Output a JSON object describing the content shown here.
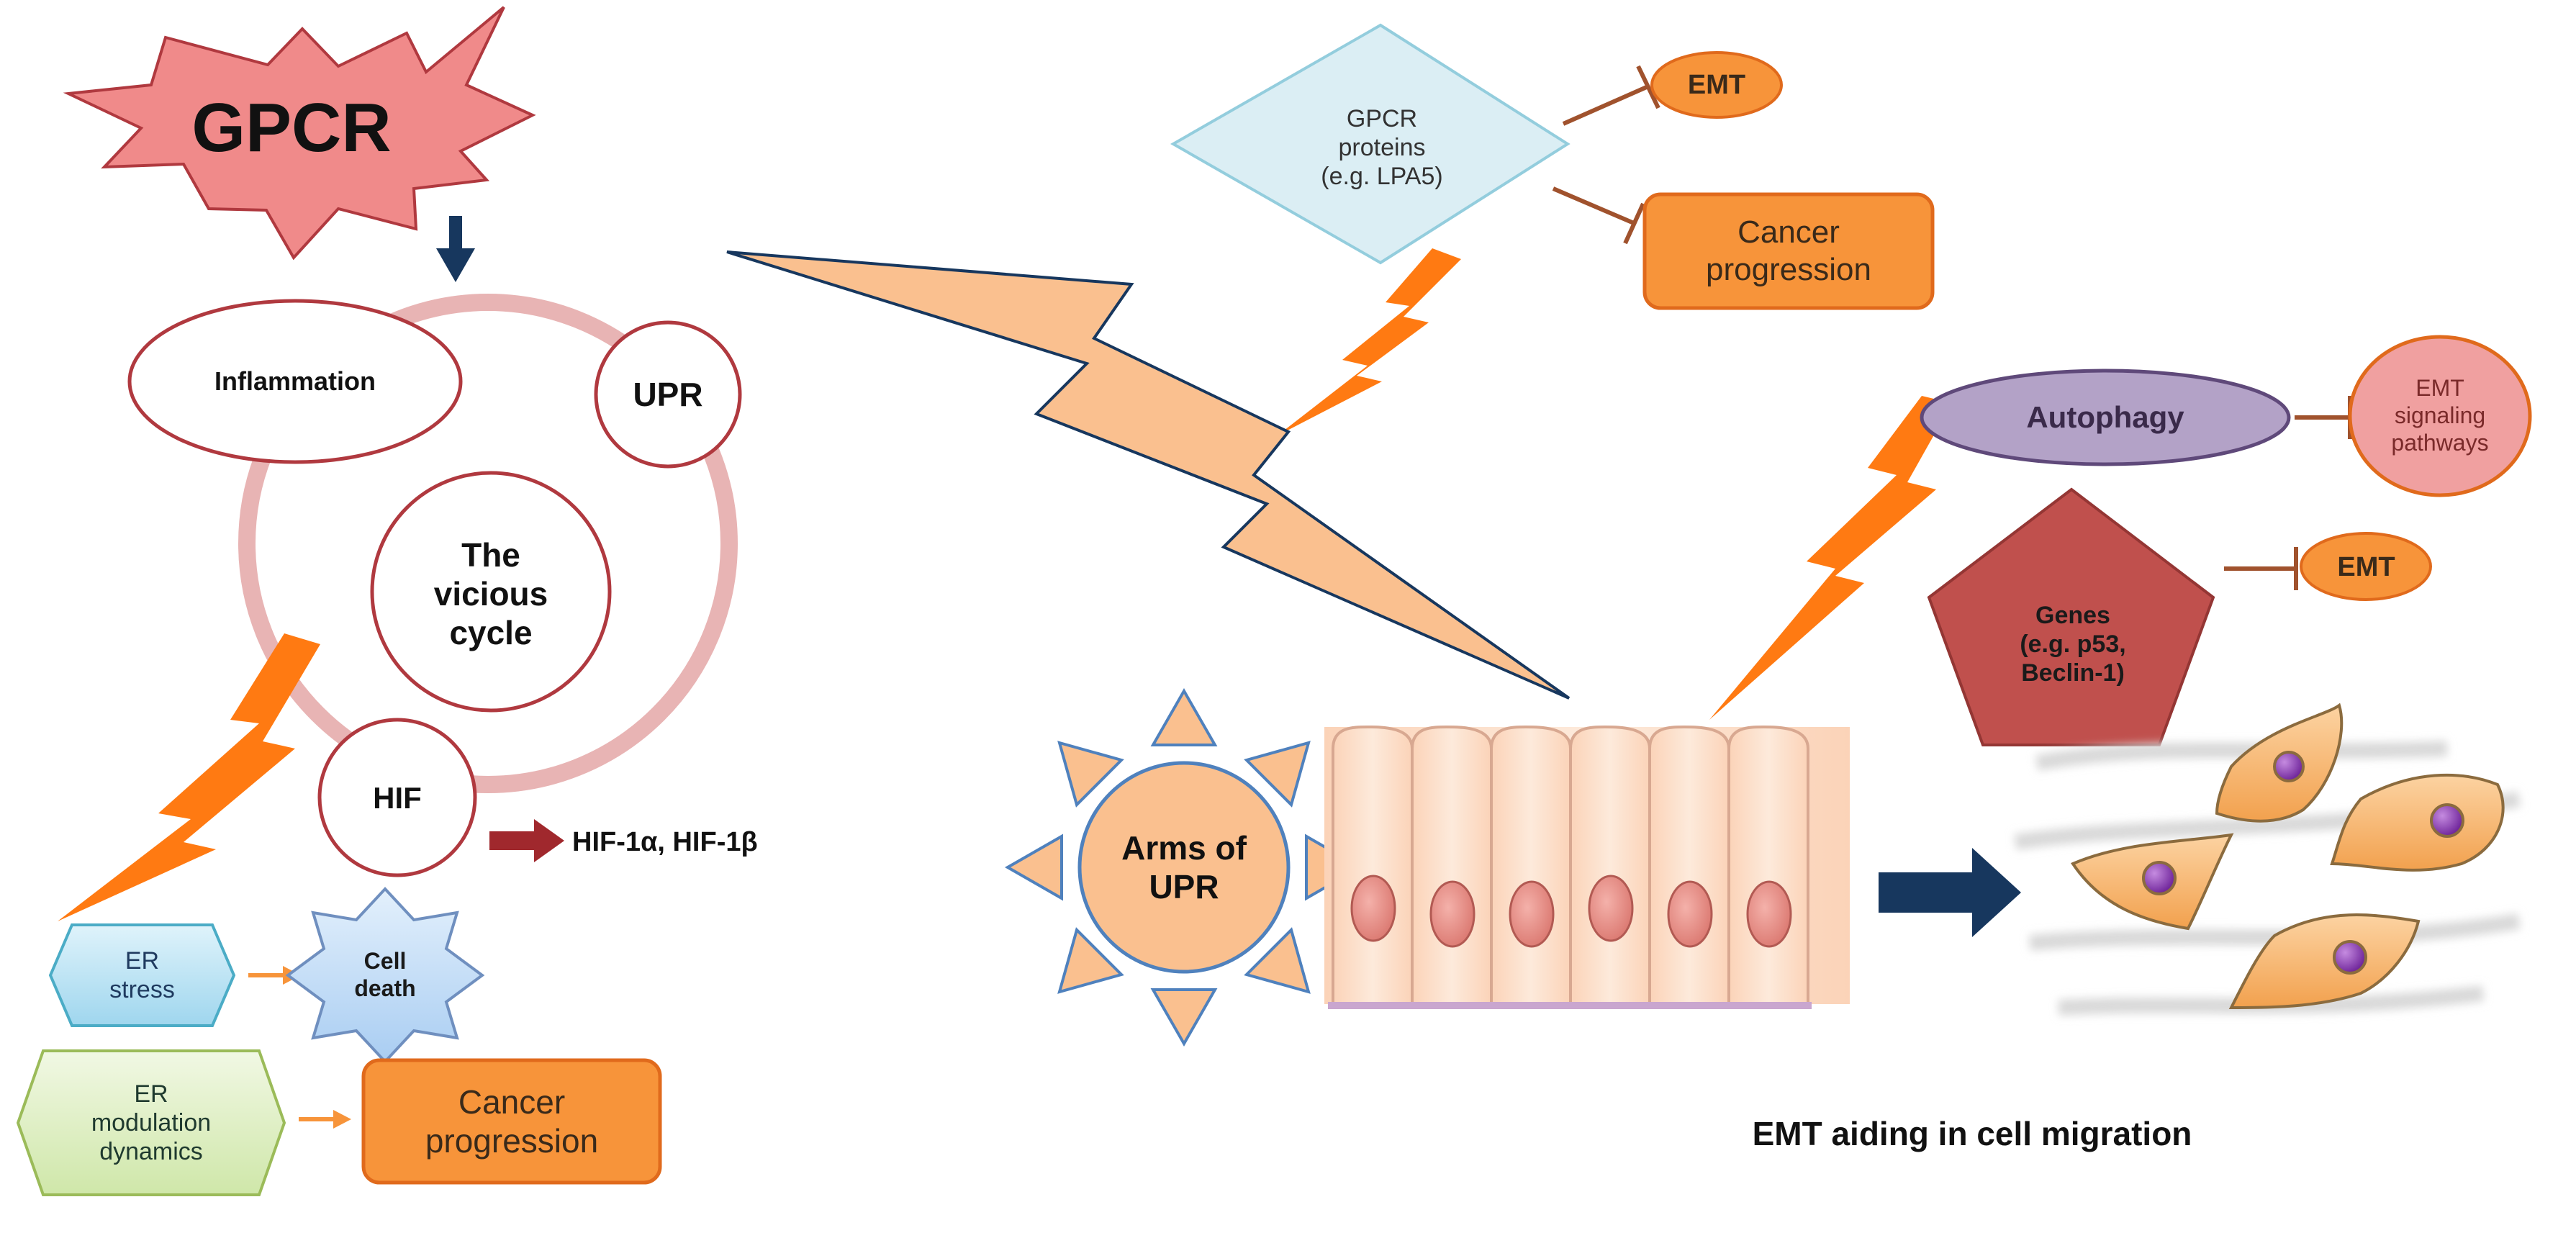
{
  "gpcr": {
    "title": "GPCR"
  },
  "cycle": {
    "inflammation": "Inflammation",
    "upr": "UPR",
    "hif": "HIF",
    "center": [
      "The",
      "vicious",
      "cycle"
    ],
    "hif_output": "HIF-1α, HIF-1β"
  },
  "er_stress": {
    "label": [
      "ER",
      "stress"
    ],
    "outcome": [
      "Cell",
      "death"
    ]
  },
  "er_modulation": {
    "label": [
      "ER",
      "modulation",
      "dynamics"
    ],
    "outcome": [
      "Cancer",
      "progression"
    ]
  },
  "gpcr_proteins": {
    "label": [
      "GPCR",
      "proteins",
      "(e.g. LPA5)"
    ],
    "emt": "EMT",
    "cancer": [
      "Cancer",
      "progression"
    ]
  },
  "autophagy": {
    "label": "Autophagy",
    "target": [
      "EMT",
      "signaling",
      "pathways"
    ]
  },
  "genes": {
    "label": [
      "Genes",
      "(e.g. p53,",
      "Beclin-1)"
    ],
    "target": "EMT"
  },
  "upr_arms": {
    "label": [
      "Arms of",
      "UPR"
    ]
  },
  "caption": "EMT aiding in cell migration",
  "colors": {
    "gpcr_fill": "#f08a8a",
    "ring": "#e8b4b4",
    "circle_stroke": "#b0393f",
    "orange": "#f7943a",
    "orange_stroke": "#e06a1c",
    "lightning": "#ff7a12",
    "big_bolt": "#fac08f",
    "navy": "#17375e",
    "diamond": "#dbeef4",
    "diamond_stroke": "#93cddd",
    "autophagy": "#b3a2c7",
    "genes": "#c0504d",
    "hif_arrow": "#a0282d",
    "cell_fill": "#fde3d0",
    "nucleus": "#e8958f",
    "purple_nucleus": "#7030a0"
  }
}
